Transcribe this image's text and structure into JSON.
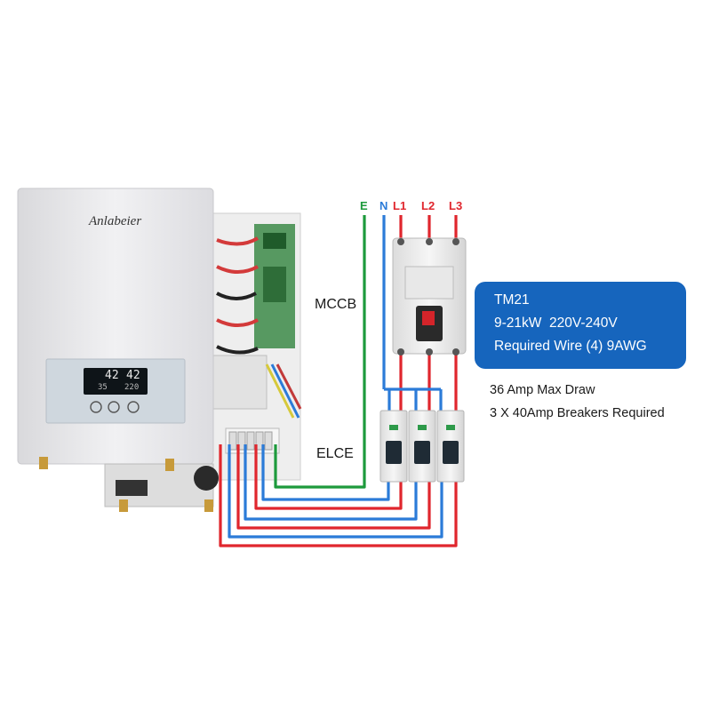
{
  "brand": "Anlabeier",
  "display": {
    "left_value": "42",
    "right_value": "42",
    "low_left": "35",
    "low_right": "220"
  },
  "components": {
    "mccb_label": "MCCB",
    "elce_label": "ELCE"
  },
  "wires": [
    {
      "label": "E",
      "color": "#1d9a3c"
    },
    {
      "label": "N",
      "color": "#2b7bd8"
    },
    {
      "label": "L1",
      "color": "#e0262d"
    },
    {
      "label": "L2",
      "color": "#e0262d"
    },
    {
      "label": "L3",
      "color": "#e0262d"
    }
  ],
  "spec": {
    "model": "TM21",
    "power_voltage": "9-21kW  220V-240V",
    "wire": "Required Wire (4) 9AWG"
  },
  "notes": {
    "max_draw": "36 Amp Max Draw",
    "breakers": "3 X 40Amp Breakers Required"
  },
  "colors": {
    "spec_box": "#1665bd",
    "earth": "#1d9a3c",
    "neutral": "#2b7bd8",
    "live": "#e0262d"
  }
}
